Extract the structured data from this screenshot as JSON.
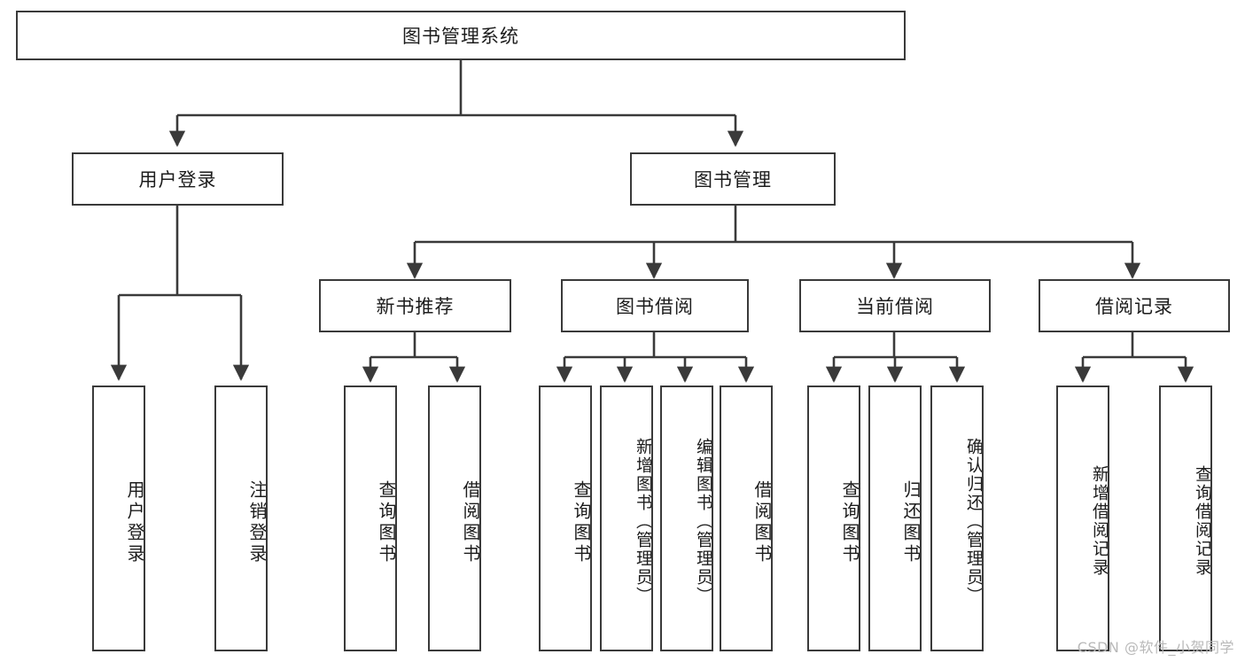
{
  "diagram": {
    "title": "图书管理系统",
    "type": "功能结构图",
    "root": {
      "label": "图书管理系统"
    },
    "level1": [
      {
        "label": "用户登录"
      },
      {
        "label": "图书管理"
      }
    ],
    "level2": [
      {
        "label": "新书推荐"
      },
      {
        "label": "图书借阅"
      },
      {
        "label": "当前借阅"
      },
      {
        "label": "借阅记录"
      }
    ],
    "leaves": {
      "user_login": [
        {
          "label": "用户登录"
        },
        {
          "label": "注销登录"
        }
      ],
      "new_book_recommend": [
        {
          "label": "查询图书"
        },
        {
          "label": "借阅图书"
        }
      ],
      "book_borrow": [
        {
          "label": "查询图书"
        },
        {
          "label": "新增图书（管理员）"
        },
        {
          "label": "编辑图书（管理员）"
        },
        {
          "label": "借阅图书"
        }
      ],
      "current_borrow": [
        {
          "label": "查询图书"
        },
        {
          "label": "归还图书"
        },
        {
          "label": "确认归还（管理员）"
        }
      ],
      "borrow_record": [
        {
          "label": "新增借阅记录"
        },
        {
          "label": "查询借阅记录"
        }
      ]
    }
  },
  "watermark": {
    "text": "CSDN @软件_小贺同学"
  },
  "colors": {
    "stroke": "#3a3a3a",
    "background": "#ffffff",
    "text": "#1c1c1c",
    "watermark": "#b9b9b9"
  }
}
